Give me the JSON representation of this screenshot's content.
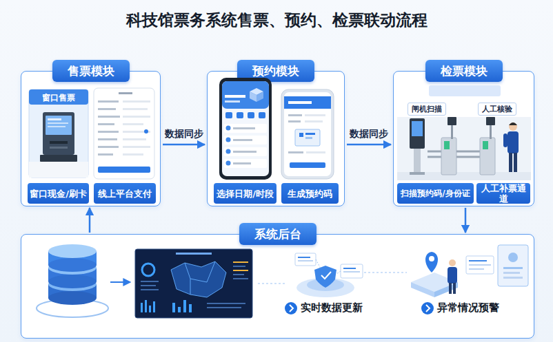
{
  "diagram": {
    "title": "科技馆票务系统售票、预约、检票联动流程",
    "nodes": [
      {
        "text": [
          "售票模块"
        ]
      },
      {
        "text": [
          "窗口现金/刷卡"
        ],
        "in": 0
      },
      {
        "text": [
          "线上平台支付"
        ],
        "in": 0
      },
      {
        "text": [
          "预约模块"
        ]
      },
      {
        "text": [
          "选择日期/时段"
        ],
        "in": 3
      },
      {
        "text": [
          "生成预约码"
        ],
        "in": 3
      },
      {
        "text": [
          "检票模块"
        ]
      },
      {
        "text": [
          "闸机扫描"
        ],
        "in": 6
      },
      {
        "text": [
          "人工核验"
        ],
        "in": 6
      },
      {
        "text": [
          "扫描预约码/身份证"
        ],
        "in": 6
      },
      {
        "text": [
          "人工补票通道"
        ],
        "in": 6
      },
      {
        "text": [
          "系统后台"
        ]
      }
    ],
    "edges": [
      {
        "from": 0,
        "to": 3,
        "label": "数据同步",
        "arrow": "to"
      },
      {
        "from": 3,
        "to": 6,
        "label": "数据同步",
        "arrow": "to"
      },
      {
        "from": 6,
        "to": 11,
        "arrow": "to"
      },
      {
        "from": 11,
        "to": 0,
        "arrow": "to"
      }
    ],
    "labels": [
      "窗口售票",
      "实时数据更新",
      "异常情况预警"
    ]
  }
}
